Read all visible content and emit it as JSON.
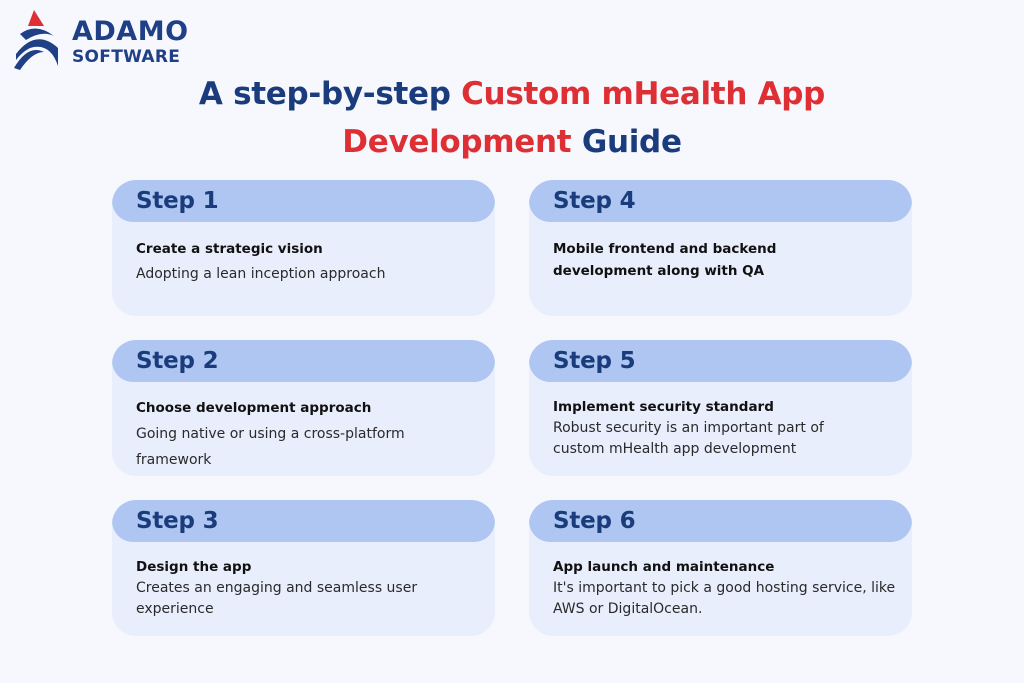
{
  "brand": {
    "name_line1": "ADAMO",
    "name_line2": "SOFTWARE",
    "colors": {
      "navy": "#1f3f86",
      "red": "#de2f34"
    }
  },
  "title": {
    "line1": [
      {
        "text": "A step-by-step ",
        "color": "navy"
      },
      {
        "text": "Custom mHealth App",
        "color": "red"
      }
    ],
    "line2": [
      {
        "text": "Development",
        "color": "red"
      },
      {
        "text": " Guide",
        "color": "navy"
      }
    ]
  },
  "steps": [
    {
      "label": "Step 1",
      "heading": "Create a strategic vision",
      "description": "Adopting a lean inception approach"
    },
    {
      "label": "Step 2",
      "heading": "Choose development approach",
      "description": "Going native or using a cross-platform framework"
    },
    {
      "label": "Step 3",
      "heading": "Design the app",
      "description": "Creates an engaging and seamless user experience"
    },
    {
      "label": "Step 4",
      "heading": "Mobile frontend and backend development along with QA",
      "description": ""
    },
    {
      "label": "Step 5",
      "heading": "Implement security standard",
      "description": "Robust security is an important part of custom mHealth app development"
    },
    {
      "label": "Step 6",
      "heading": "App launch and maintenance",
      "description": "It's important to pick a good hosting service, like AWS or DigitalOcean."
    }
  ],
  "colors": {
    "background": "#f6f8fd",
    "card_body": "#e8eefb",
    "card_header": "#aec6f1",
    "step_label": "#1b3c7c"
  }
}
